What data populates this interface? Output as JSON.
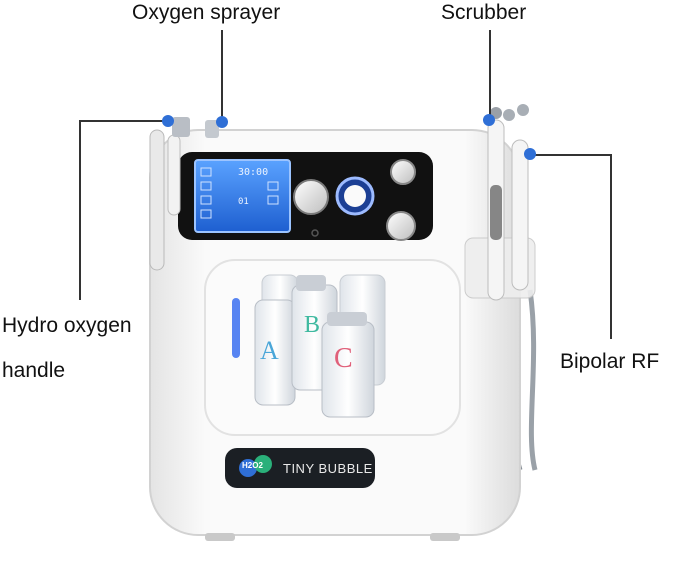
{
  "labels": {
    "oxygen_sprayer": "Oxygen sprayer",
    "scrubber": "Scrubber",
    "hydro_oxygen_line1": "Hydro oxygen",
    "hydro_oxygen_line2": "handle",
    "bipolar_rf": "Bipolar RF"
  },
  "device": {
    "brand": "TINY BUBBLE",
    "logo_text": "H2O2",
    "screen_readout_time": "30:00",
    "screen_readout_value": "01",
    "bottles": [
      "A",
      "B",
      "C"
    ]
  },
  "colors": {
    "callout_dot": "#2f6fd6",
    "screen": "#2e7ff0",
    "body": "#f3f3f3",
    "bottle_a_letter": "#4aa6d8",
    "bottle_b_letter": "#3fb9a0",
    "bottle_c_letter": "#e0607a"
  }
}
